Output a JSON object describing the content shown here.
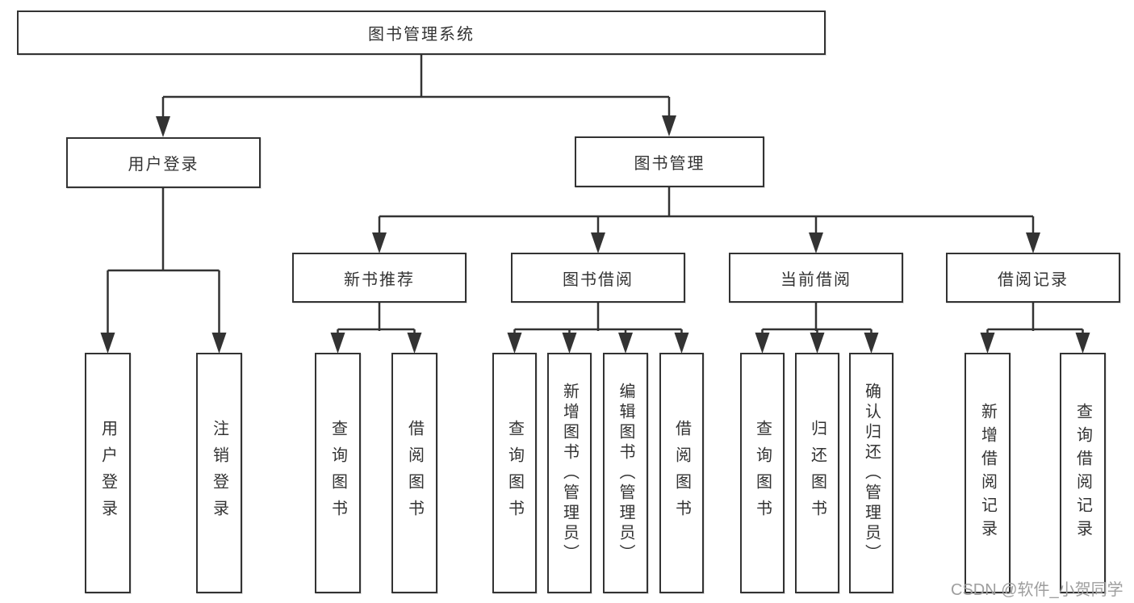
{
  "diagram": {
    "root": {
      "label": "图书管理系统"
    },
    "level2": [
      {
        "label": "用户登录"
      },
      {
        "label": "图书管理"
      }
    ],
    "level3": [
      {
        "label": "新书推荐"
      },
      {
        "label": "图书借阅"
      },
      {
        "label": "当前借阅"
      },
      {
        "label": "借阅记录"
      }
    ],
    "leaves": {
      "user_login": [
        "用户登录",
        "注销登录"
      ],
      "new_book_recommend": [
        "查询图书",
        "借阅图书"
      ],
      "book_borrow": [
        "查询图书",
        "新增图书（管理员）",
        "编辑图书（管理员）",
        "借阅图书"
      ],
      "current_borrow": [
        "查询图书",
        "归还图书",
        "确认归还（管理员）"
      ],
      "borrow_records": [
        "新增借阅记录",
        "查询借阅记录"
      ]
    }
  },
  "watermark": {
    "text": "CSDN @软件_小贺同学"
  },
  "colors": {
    "line": "#333333",
    "box_border": "#333333",
    "text": "#333333",
    "watermark": "#9e9e9e",
    "background": "#ffffff"
  }
}
